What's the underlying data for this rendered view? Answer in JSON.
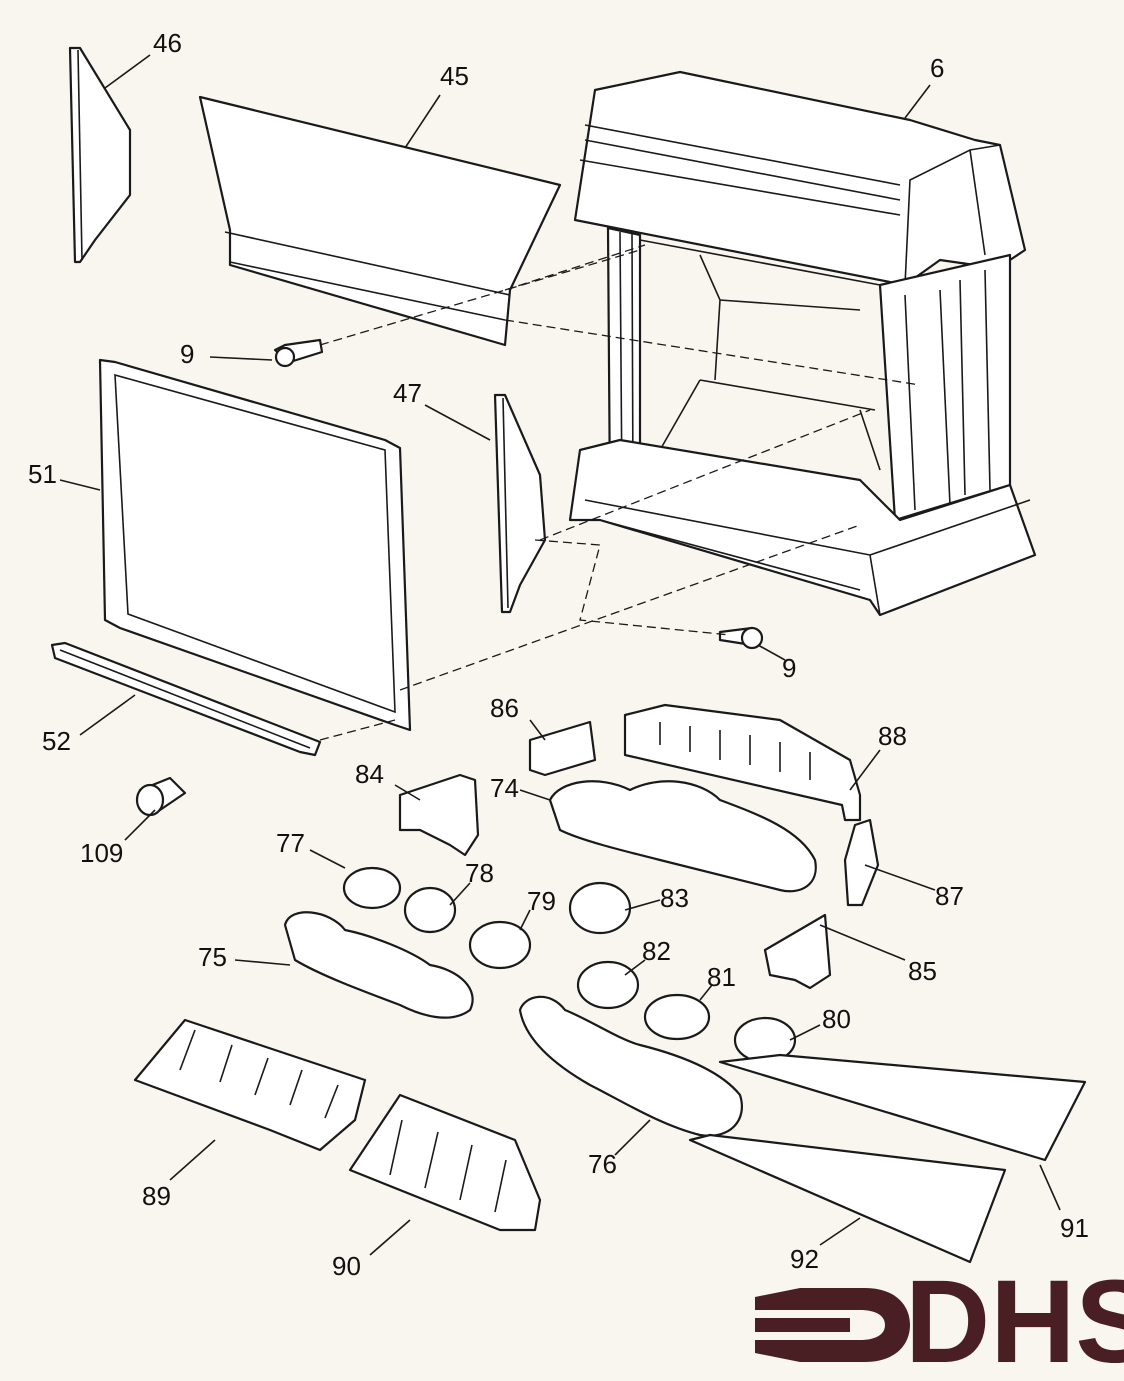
{
  "diagram": {
    "labels": {
      "p6": "6",
      "p9a": "9",
      "p9b": "9",
      "p45": "45",
      "p46": "46",
      "p47": "47",
      "p51": "51",
      "p52": "52",
      "p74": "74",
      "p75": "75",
      "p76": "76",
      "p77": "77",
      "p78": "78",
      "p79": "79",
      "p80": "80",
      "p81": "81",
      "p82": "82",
      "p83": "83",
      "p84": "84",
      "p85": "85",
      "p86": "86",
      "p87": "87",
      "p88": "88",
      "p89": "89",
      "p90": "90",
      "p91": "91",
      "p92": "92",
      "p109": "109"
    },
    "logo": {
      "text": "DHS",
      "color": "#4a1f24"
    }
  }
}
